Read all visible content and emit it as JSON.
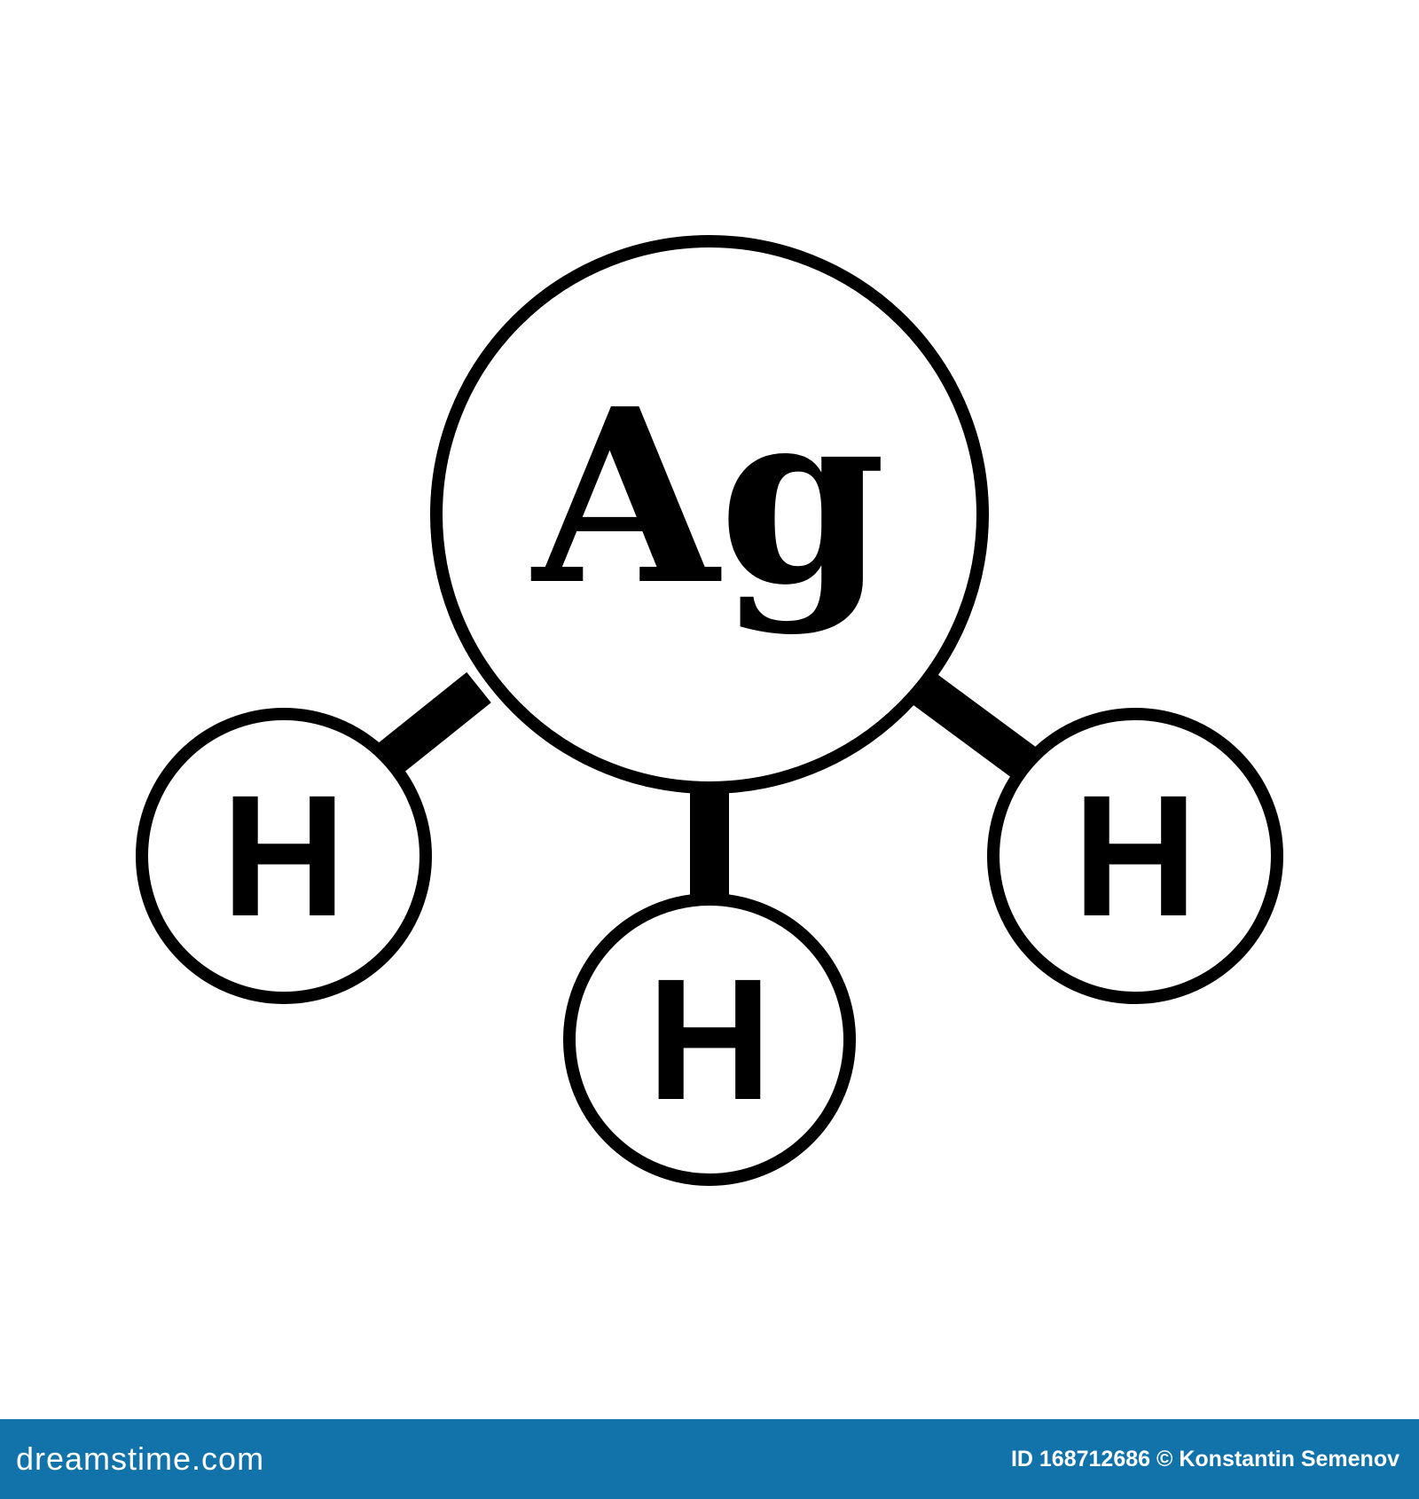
{
  "diagram": {
    "central_atom": "Ag",
    "substituent_atoms": [
      "H",
      "H",
      "H"
    ]
  },
  "footer": {
    "brand": "dreamstime.com",
    "credit": "ID 168712686 © Konstantin Semenov",
    "background_color": "#1273ab"
  },
  "colors": {
    "stroke": "#000000",
    "background": "#ffffff"
  }
}
